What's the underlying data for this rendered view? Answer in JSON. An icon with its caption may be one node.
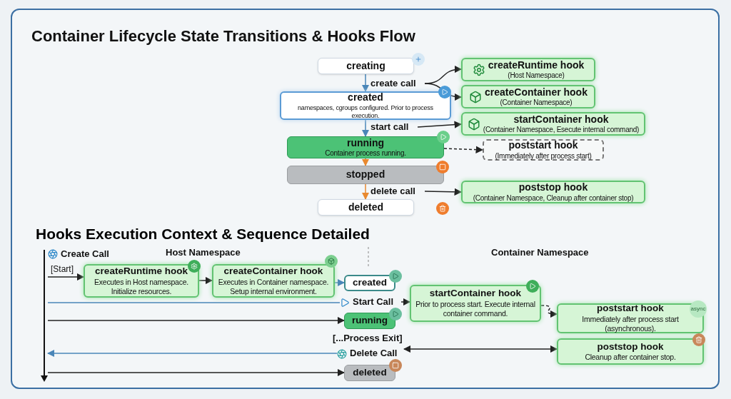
{
  "diagram": {
    "title": "Container Lifecycle State Transitions & Hooks Flow",
    "nodes": [
      {
        "text": [
          "creating"
        ]
      },
      {
        "text": [
          "created",
          "namespaces, cgroups configured. Prior to process execution."
        ]
      },
      {
        "text": [
          "running",
          "Container process running."
        ]
      },
      {
        "text": [
          "stopped"
        ]
      },
      {
        "text": [
          "deleted"
        ]
      },
      {
        "text": [
          "createRuntime hook",
          "(Host Namespace)"
        ]
      },
      {
        "text": [
          "createContainer hook",
          "(Container Namespace)"
        ]
      },
      {
        "text": [
          "startContainer hook",
          "(Container Namespace, Esecute internal command)"
        ]
      },
      {
        "text": [
          "poststart hook",
          "(Immediately after process start)"
        ]
      },
      {
        "text": [
          "poststop hook",
          "(Container Namespace, Cleanup after container stop)"
        ]
      },
      {
        "text": [
          "create call"
        ]
      },
      {
        "text": [
          "start call"
        ]
      },
      {
        "text": [
          "delete call"
        ]
      },
      {
        "text": [],
        "shape": "bar"
      },
      {
        "text": [
          "Create Call"
        ]
      },
      {
        "text": [
          "createRuntime hook",
          "Executes in Host namespace. Initialize resources."
        ]
      },
      {
        "text": [
          "createContainer hook",
          "Executes in Container namespace. Setup internal environment."
        ]
      },
      {
        "text": [
          "created"
        ]
      },
      {
        "text": [
          "Start Call"
        ]
      },
      {
        "text": [
          "running"
        ]
      },
      {
        "text": [
          "Delete Call"
        ]
      },
      {
        "text": [
          "deleted"
        ]
      },
      {
        "text": [
          "startContainer hook",
          "Prior to process start. Execute internal container command."
        ]
      },
      {
        "text": [
          "poststart hook",
          "Immediately after process start (asynchronous)."
        ]
      },
      {
        "text": [
          "poststop hook",
          "Cleanup after container stop."
        ]
      }
    ],
    "edges": [
      {
        "from": 0,
        "to": 1,
        "arrow": "to",
        "color": "#4a86b8"
      },
      {
        "from": 1,
        "to": 2,
        "arrow": "to",
        "color": "#4a86b8"
      },
      {
        "from": 2,
        "to": 3,
        "arrow": "to",
        "color": "#e8892f"
      },
      {
        "from": 3,
        "to": 4,
        "arrow": "to",
        "color": "#e8892f"
      },
      {
        "from": 10,
        "to": 5,
        "arrow": "to"
      },
      {
        "from": 10,
        "to": 6,
        "arrow": "to"
      },
      {
        "from": 11,
        "to": 7,
        "arrow": "to"
      },
      {
        "from": 2,
        "to": 8,
        "arrow": "to",
        "style": "dashed"
      },
      {
        "from": 12,
        "to": 9,
        "arrow": "to"
      },
      {
        "from": 13,
        "to": 15,
        "arrow": "to",
        "label": "[Start]"
      },
      {
        "from": 15,
        "to": 16,
        "arrow": "to"
      },
      {
        "from": 16,
        "to": 17,
        "arrow": "to",
        "color": "#4a86b8"
      },
      {
        "from": 13,
        "to": 18,
        "arrow": "none",
        "color": "#4a86b8"
      },
      {
        "from": 18,
        "to": 22,
        "arrow": "to"
      },
      {
        "from": 22,
        "to": 23,
        "arrow": "to",
        "style": "dashed"
      },
      {
        "from": 13,
        "to": 19,
        "arrow": "to"
      },
      {
        "from": 20,
        "to": 13,
        "arrow": "to",
        "color": "#4a86b8"
      },
      {
        "from": 20,
        "to": 24,
        "arrow": "both"
      },
      {
        "from": 13,
        "to": 21,
        "arrow": "to"
      }
    ],
    "labels": [
      "Hooks Execution Context & Sequence Detailed",
      "Host Namespace",
      "Container Namespace",
      "[...Process Exit]",
      "async"
    ]
  }
}
